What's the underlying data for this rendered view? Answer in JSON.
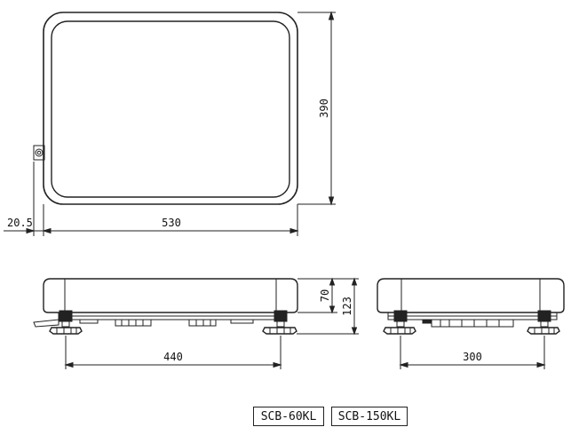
{
  "dimensions": {
    "depth": "390",
    "width": "530",
    "offset": "20.5",
    "platform_height": "70",
    "total_height": "123",
    "foot_span_front": "440",
    "foot_span_side": "300"
  },
  "models": [
    "SCB-60KL",
    "SCB-150KL"
  ]
}
